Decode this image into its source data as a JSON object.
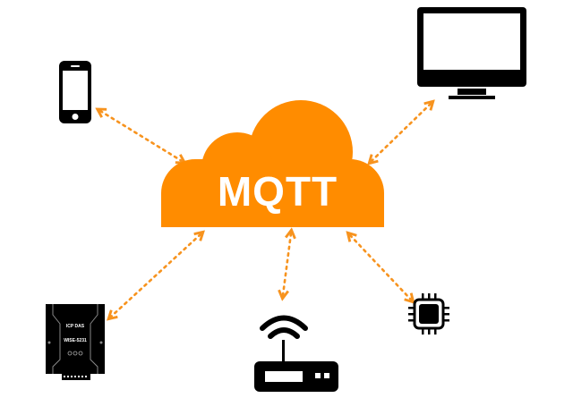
{
  "diagram": {
    "title": "MQTT",
    "colors": {
      "cloud": "#FF8C00",
      "arrow": "#F7931E",
      "icon": "#000000",
      "background": "#FFFFFF"
    },
    "center": {
      "label": "MQTT",
      "shape": "cloud"
    },
    "nodes": [
      {
        "id": "smartphone",
        "icon": "smartphone-icon",
        "position": "top-left"
      },
      {
        "id": "monitor",
        "icon": "monitor-icon",
        "position": "top-right"
      },
      {
        "id": "io-module",
        "icon": "io-module-icon",
        "position": "bottom-left",
        "brand_label": "ICP DAS",
        "model_label": "WISE-5231"
      },
      {
        "id": "router",
        "icon": "wifi-router-icon",
        "position": "bottom-center"
      },
      {
        "id": "chip",
        "icon": "microchip-icon",
        "position": "bottom-right"
      }
    ],
    "edges": [
      {
        "from": "MQTT",
        "to": "smartphone",
        "style": "dotted",
        "direction": "bidirectional"
      },
      {
        "from": "MQTT",
        "to": "monitor",
        "style": "dotted",
        "direction": "bidirectional"
      },
      {
        "from": "MQTT",
        "to": "io-module",
        "style": "dotted",
        "direction": "bidirectional"
      },
      {
        "from": "MQTT",
        "to": "router",
        "style": "dotted",
        "direction": "bidirectional"
      },
      {
        "from": "MQTT",
        "to": "chip",
        "style": "dotted",
        "direction": "bidirectional"
      }
    ]
  }
}
